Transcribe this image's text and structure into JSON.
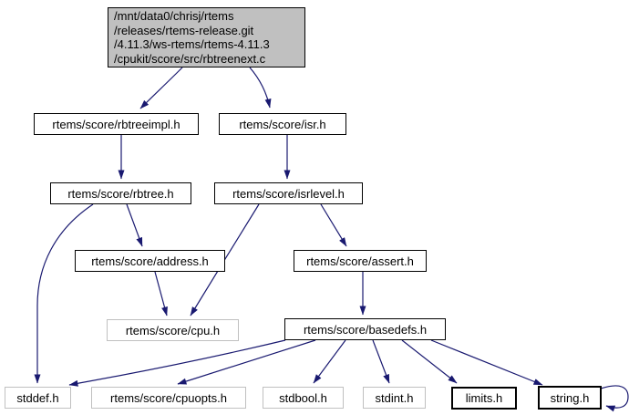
{
  "diagram": {
    "kind": "include-dependency-graph",
    "colors": {
      "edge": "#191970",
      "node_border": "#000000",
      "undocumented_border": "#c0c0c0",
      "main_fill": "#c0c0c0",
      "background": "#ffffff",
      "text": "#000000"
    },
    "nodes": [
      {
        "id": "main",
        "style": "main",
        "interactable": false,
        "label_lines": [
          "/mnt/data0/chrisj/rtems",
          "/releases/rtems-release.git",
          "/4.11.3/ws-rtems/rtems-4.11.3",
          "/cpukit/score/src/rbtreenext.c"
        ]
      },
      {
        "id": "rbtreeimpl",
        "style": "doc",
        "interactable": true,
        "label": "rtems/score/rbtreeimpl.h"
      },
      {
        "id": "isr",
        "style": "doc",
        "interactable": true,
        "label": "rtems/score/isr.h"
      },
      {
        "id": "rbtree",
        "style": "doc",
        "interactable": true,
        "label": "rtems/score/rbtree.h"
      },
      {
        "id": "isrlevel",
        "style": "doc",
        "interactable": true,
        "label": "rtems/score/isrlevel.h"
      },
      {
        "id": "address",
        "style": "doc",
        "interactable": true,
        "label": "rtems/score/address.h"
      },
      {
        "id": "assert",
        "style": "doc",
        "interactable": true,
        "label": "rtems/score/assert.h"
      },
      {
        "id": "cpu",
        "style": "undoc",
        "interactable": false,
        "label": "rtems/score/cpu.h"
      },
      {
        "id": "basedefs",
        "style": "doc",
        "interactable": true,
        "label": "rtems/score/basedefs.h"
      },
      {
        "id": "stddef",
        "style": "undoc",
        "interactable": false,
        "label": "stddef.h"
      },
      {
        "id": "cpuopts",
        "style": "undoc",
        "interactable": false,
        "label": "rtems/score/cpuopts.h"
      },
      {
        "id": "stdbool",
        "style": "undoc",
        "interactable": false,
        "label": "stdbool.h"
      },
      {
        "id": "stdint",
        "style": "undoc",
        "interactable": false,
        "label": "stdint.h"
      },
      {
        "id": "limits",
        "style": "bold",
        "interactable": true,
        "label": "limits.h"
      },
      {
        "id": "string",
        "style": "bold",
        "interactable": true,
        "label": "string.h"
      }
    ],
    "edges": [
      {
        "id": "e1",
        "from": "main",
        "to": "rbtreeimpl"
      },
      {
        "id": "e2",
        "from": "main",
        "to": "isr"
      },
      {
        "id": "e3",
        "from": "rbtreeimpl",
        "to": "rbtree"
      },
      {
        "id": "e4",
        "from": "isr",
        "to": "isrlevel"
      },
      {
        "id": "e5",
        "from": "rbtree",
        "to": "stddef"
      },
      {
        "id": "e6",
        "from": "rbtree",
        "to": "address"
      },
      {
        "id": "e7",
        "from": "isrlevel",
        "to": "assert"
      },
      {
        "id": "e8",
        "from": "isrlevel",
        "to": "cpu"
      },
      {
        "id": "e9",
        "from": "address",
        "to": "cpu"
      },
      {
        "id": "e10",
        "from": "assert",
        "to": "basedefs"
      },
      {
        "id": "e11",
        "from": "basedefs",
        "to": "stddef"
      },
      {
        "id": "e12",
        "from": "basedefs",
        "to": "cpuopts"
      },
      {
        "id": "e13",
        "from": "basedefs",
        "to": "stdbool"
      },
      {
        "id": "e14",
        "from": "basedefs",
        "to": "stdint"
      },
      {
        "id": "e15",
        "from": "basedefs",
        "to": "limits"
      },
      {
        "id": "e16",
        "from": "basedefs",
        "to": "string"
      },
      {
        "id": "e17",
        "from": "string",
        "to": "string"
      }
    ]
  }
}
